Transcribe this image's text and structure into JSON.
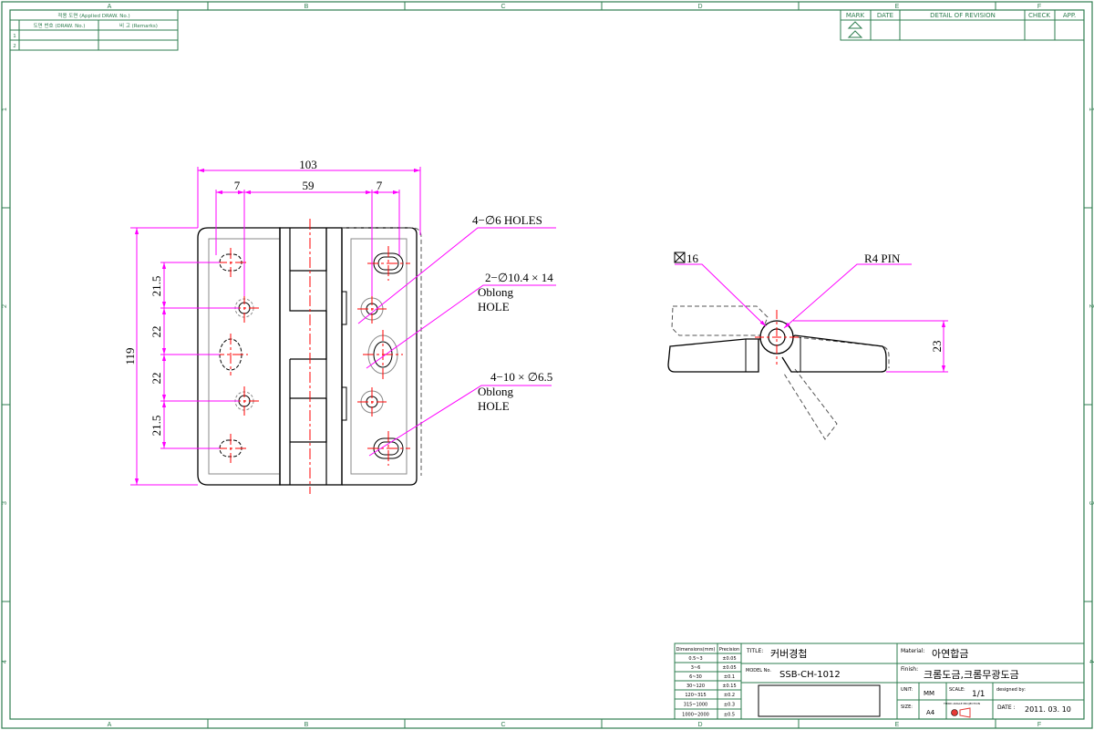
{
  "zones": {
    "columns": [
      "A",
      "B",
      "C",
      "D",
      "E",
      "F"
    ],
    "rows": [
      "1",
      "2",
      "3",
      "4"
    ]
  },
  "applied_table": {
    "header": "적용 도면 (Applied DRAW. No.)",
    "col1": "도면 번호 (DRAW. No.)",
    "col2": "비 고 (Remarks)",
    "rows": [
      "1",
      "2"
    ]
  },
  "revision_table": {
    "headers": [
      "MARK",
      "DATE",
      "DETAIL OF REVISION",
      "CHECK",
      "APP."
    ]
  },
  "front_view": {
    "dim_width": "103",
    "dim_edge_left": "7",
    "dim_center": "59",
    "dim_edge_right": "7",
    "dim_height": "119",
    "dim_v1": "21.5",
    "dim_v2": "22",
    "dim_v3": "22",
    "dim_v4": "21.5",
    "callout_holes": "4−∅6 HOLES",
    "callout_oblong1_line1": "2−∅10.4 × 14",
    "callout_oblong1_line2": "Oblong",
    "callout_oblong1_line3": "HOLE",
    "callout_oblong2_line1": "4−10 × ∅6.5",
    "callout_oblong2_line2": "Oblong",
    "callout_oblong2_line3": "HOLE"
  },
  "side_view": {
    "square_label": "16",
    "pin_label": "R4 PIN",
    "dim_height": "23"
  },
  "title_block": {
    "tolerance_headers": [
      "Dimensions(mm)",
      "Precision"
    ],
    "tolerances": [
      [
        "0.5~3",
        "±0.05"
      ],
      [
        "3~6",
        "±0.05"
      ],
      [
        "6~30",
        "±0.1"
      ],
      [
        "30~120",
        "±0.15"
      ],
      [
        "120~315",
        "±0.2"
      ],
      [
        "315~1000",
        "±0.3"
      ],
      [
        "1000~2000",
        "±0.5"
      ]
    ],
    "title_label": "TITLE:",
    "title_value": "커버경첩",
    "model_label": "MODEL No.",
    "model_value": "SSB-CH-1012",
    "material_label": "Material:",
    "material_value": "아연합금",
    "finish_label": "Finish:",
    "finish_value": "크롬도금,크롬무광도금",
    "unit_label": "UNIT:",
    "unit_value": "MM",
    "scale_label": "SCALE:",
    "scale_value": "1/1",
    "designed_label": "designed by:",
    "size_label": "SIZE:",
    "size_value": "A4",
    "angle_label": "THIRD ANGLE PROJECTION",
    "date_label": "DATE :",
    "date_value": "2011. 03. 10"
  }
}
